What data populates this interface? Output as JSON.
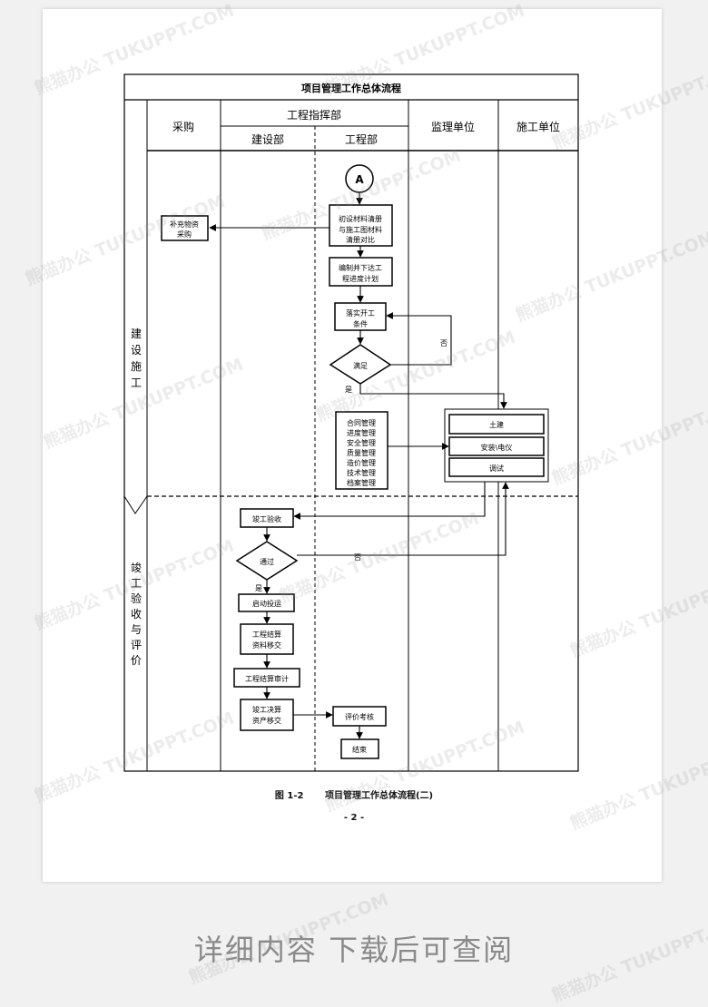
{
  "diagram": {
    "title": "项目管理工作总体流程",
    "columns": {
      "purchase": "采购",
      "hq": "工程指挥部",
      "construction_dept": "建设部",
      "engineering_dept": "工程部",
      "supervisor": "监理单位",
      "contractor": "施工单位"
    },
    "phases": {
      "build": "建设施工",
      "acceptance": "竣工验收与评价"
    },
    "nodes": {
      "connector_a": "A",
      "compare_lists": [
        "初设材料清册",
        "与施工图材料",
        "清册对比"
      ],
      "supplement": [
        "补充物资",
        "采购"
      ],
      "schedule": [
        "编制并下达工",
        "程进度计划"
      ],
      "start_conditions": [
        "落实开工",
        "条件"
      ],
      "satisfied": "满足",
      "management": [
        "合同管理",
        "进度管理",
        "安全管理",
        "质量管理",
        "造价管理",
        "技术管理",
        "档案管理"
      ],
      "civil": "土建",
      "install": "安装\\电仪",
      "debug": "调试",
      "completion_accept": "竣工验收",
      "passed": "通过",
      "start_operation": "启动投运",
      "settlement_transfer": [
        "工程结算",
        "资料移交"
      ],
      "settlement_audit": "工程结算审计",
      "final_accounts": [
        "竣工决算",
        "资产移交"
      ],
      "evaluation": "评价考核",
      "end": "结束"
    },
    "edge_labels": {
      "no_1": "否",
      "yes_1": "是",
      "no_2": "否",
      "yes_2": "是"
    }
  },
  "caption": {
    "figure_no": "图 1-2",
    "text": "项目管理工作总体流程(二)"
  },
  "page_number": "- 2 -",
  "footer": "详细内容 下载后可查阅",
  "watermark": "熊猫办公 TUKUPPT.COM"
}
